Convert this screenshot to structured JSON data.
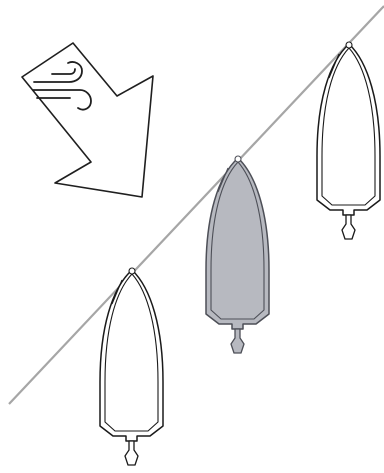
{
  "diagram": {
    "wind_icon": "wind-arrow-icon",
    "reference_line": "diagonal-line",
    "boats": [
      {
        "name": "boat-left",
        "state": "outline"
      },
      {
        "name": "boat-middle",
        "state": "highlighted"
      },
      {
        "name": "boat-right",
        "state": "outline"
      }
    ]
  },
  "colors": {
    "line": "#a6a6a6",
    "boat_outline": "#1a1a1a",
    "boat_fill": "#ffffff",
    "boat_highlight_fill": "#b7b9c0",
    "boat_highlight_outline": "#4d4f57",
    "arrow_outline": "#1f1f1f"
  }
}
